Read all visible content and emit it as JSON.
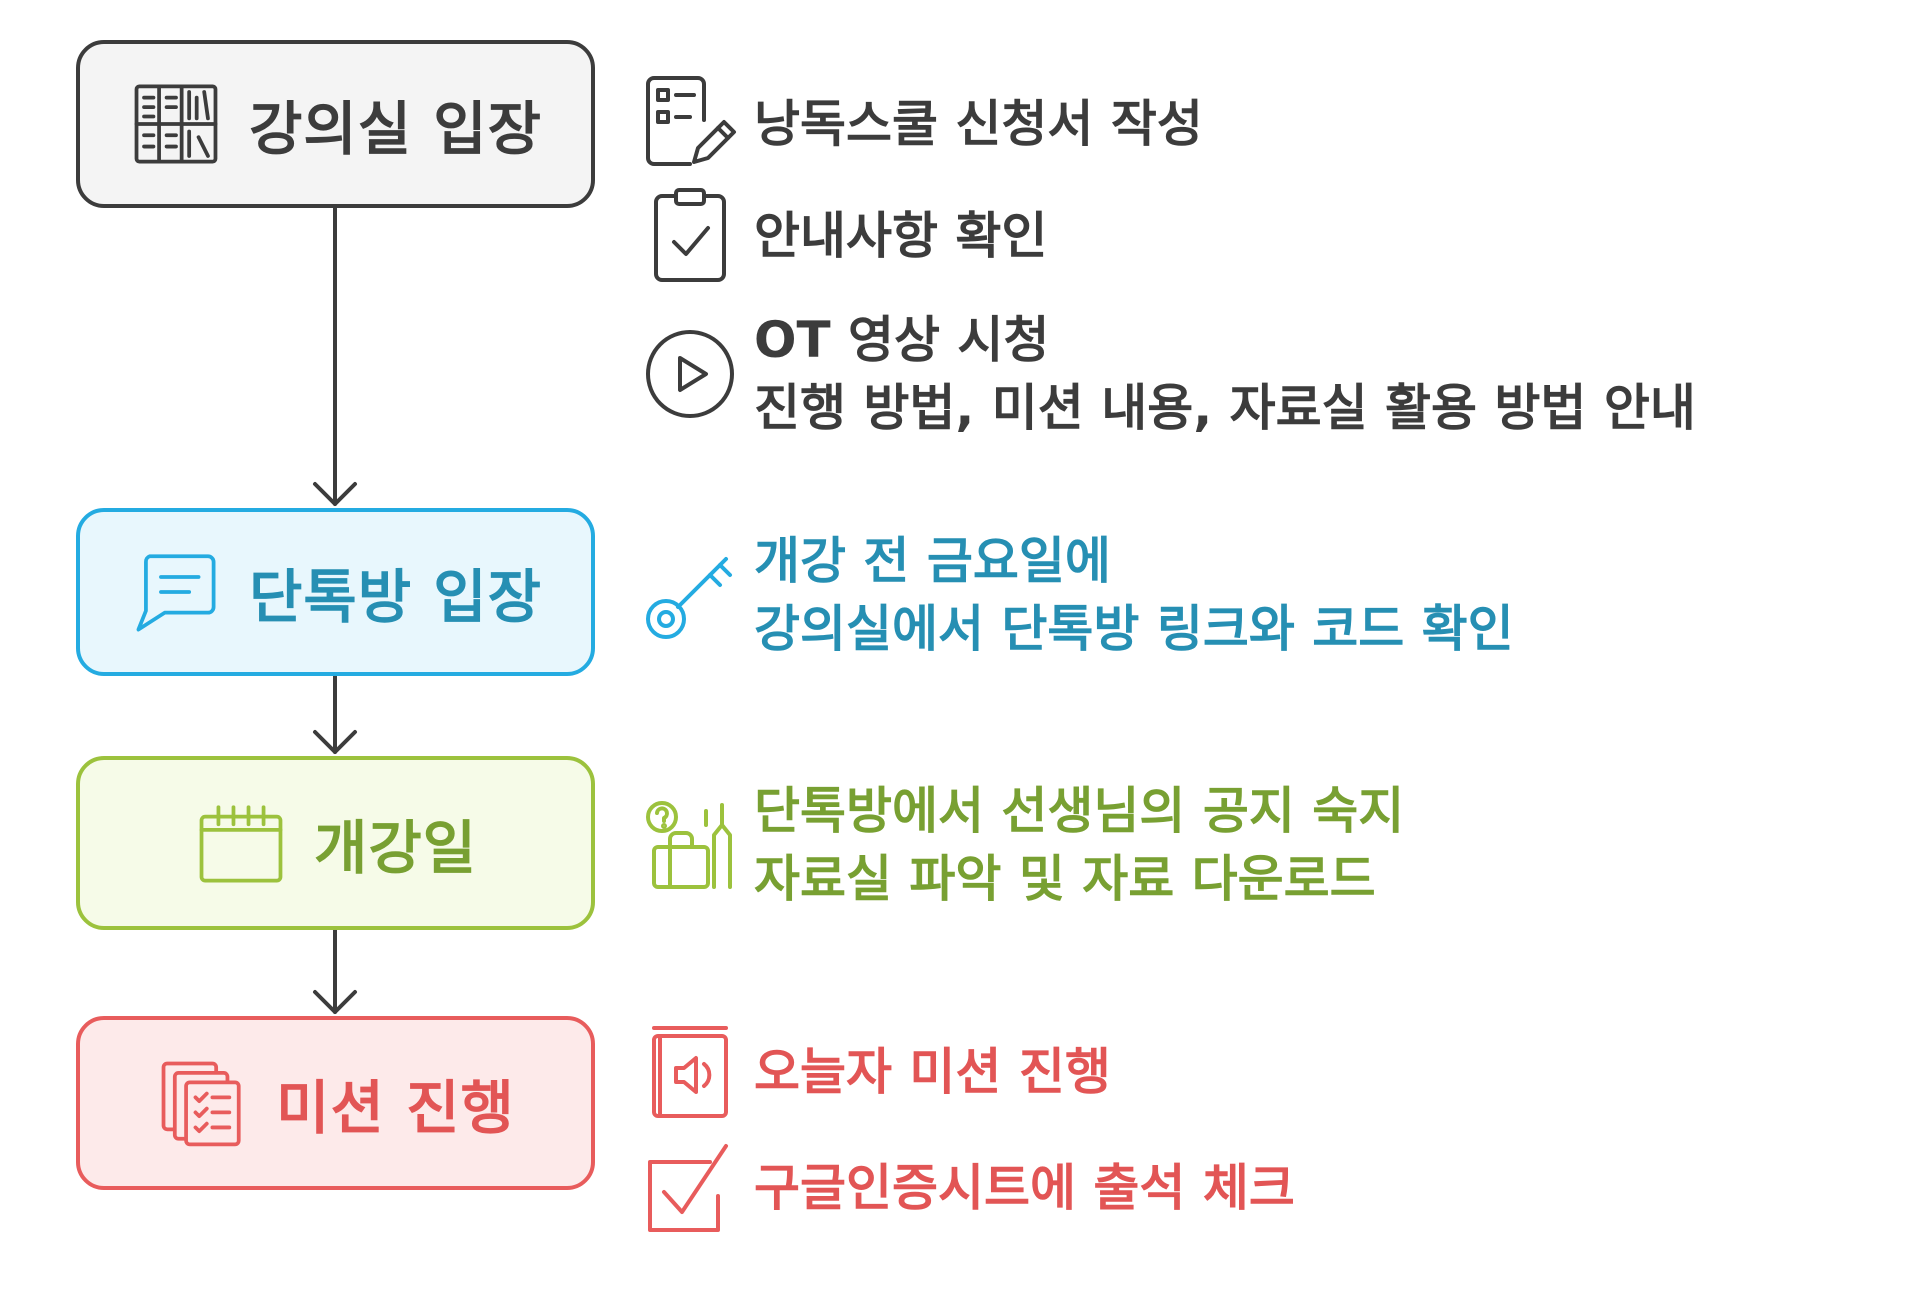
{
  "colors": {
    "gray": {
      "stroke": "#3c3c3c",
      "fill": "#f4f4f4",
      "text": "#3c3c3c"
    },
    "blue": {
      "stroke": "#24abe1",
      "fill": "#e8f7fd",
      "text": "#268fb3"
    },
    "green": {
      "stroke": "#9cc23d",
      "fill": "#f6fbe8",
      "text": "#78a032"
    },
    "red": {
      "stroke": "#e85c5c",
      "fill": "#fdeaea",
      "text": "#e25555"
    },
    "arrow": "#3c3c3c"
  },
  "steps": [
    {
      "label": "강의실 입장",
      "icon": "bookshelf-icon",
      "theme": "gray"
    },
    {
      "label": "단톡방 입장",
      "icon": "chat-icon",
      "theme": "blue"
    },
    {
      "label": "개강일",
      "icon": "calendar-icon",
      "theme": "green"
    },
    {
      "label": "미션 진행",
      "icon": "checklist-stack-icon",
      "theme": "red"
    }
  ],
  "details": [
    {
      "icon": "form-pencil-icon",
      "theme": "gray",
      "lines": [
        "낭독스쿨 신청서 작성"
      ]
    },
    {
      "icon": "clipboard-check-icon",
      "theme": "gray",
      "lines": [
        "안내사항 확인"
      ]
    },
    {
      "icon": "play-circle-icon",
      "theme": "gray",
      "lines": [
        "OT 영상 시청",
        "진행 방법, 미션 내용, 자료실 활용 방법 안내"
      ]
    },
    {
      "icon": "key-icon",
      "theme": "blue",
      "lines": [
        "개강 전 금요일에",
        "강의실에서 단톡방 링크와 코드 확인"
      ]
    },
    {
      "icon": "question-tools-icon",
      "theme": "green",
      "lines": [
        "단톡방에서 선생님의 공지 숙지",
        "자료실 파악 및 자료 다운로드"
      ]
    },
    {
      "icon": "audio-book-icon",
      "theme": "red",
      "lines": [
        "오늘자 미션 진행"
      ]
    },
    {
      "icon": "checkbox-icon",
      "theme": "red",
      "lines": [
        "구글인증시트에 출석 체크"
      ]
    }
  ]
}
